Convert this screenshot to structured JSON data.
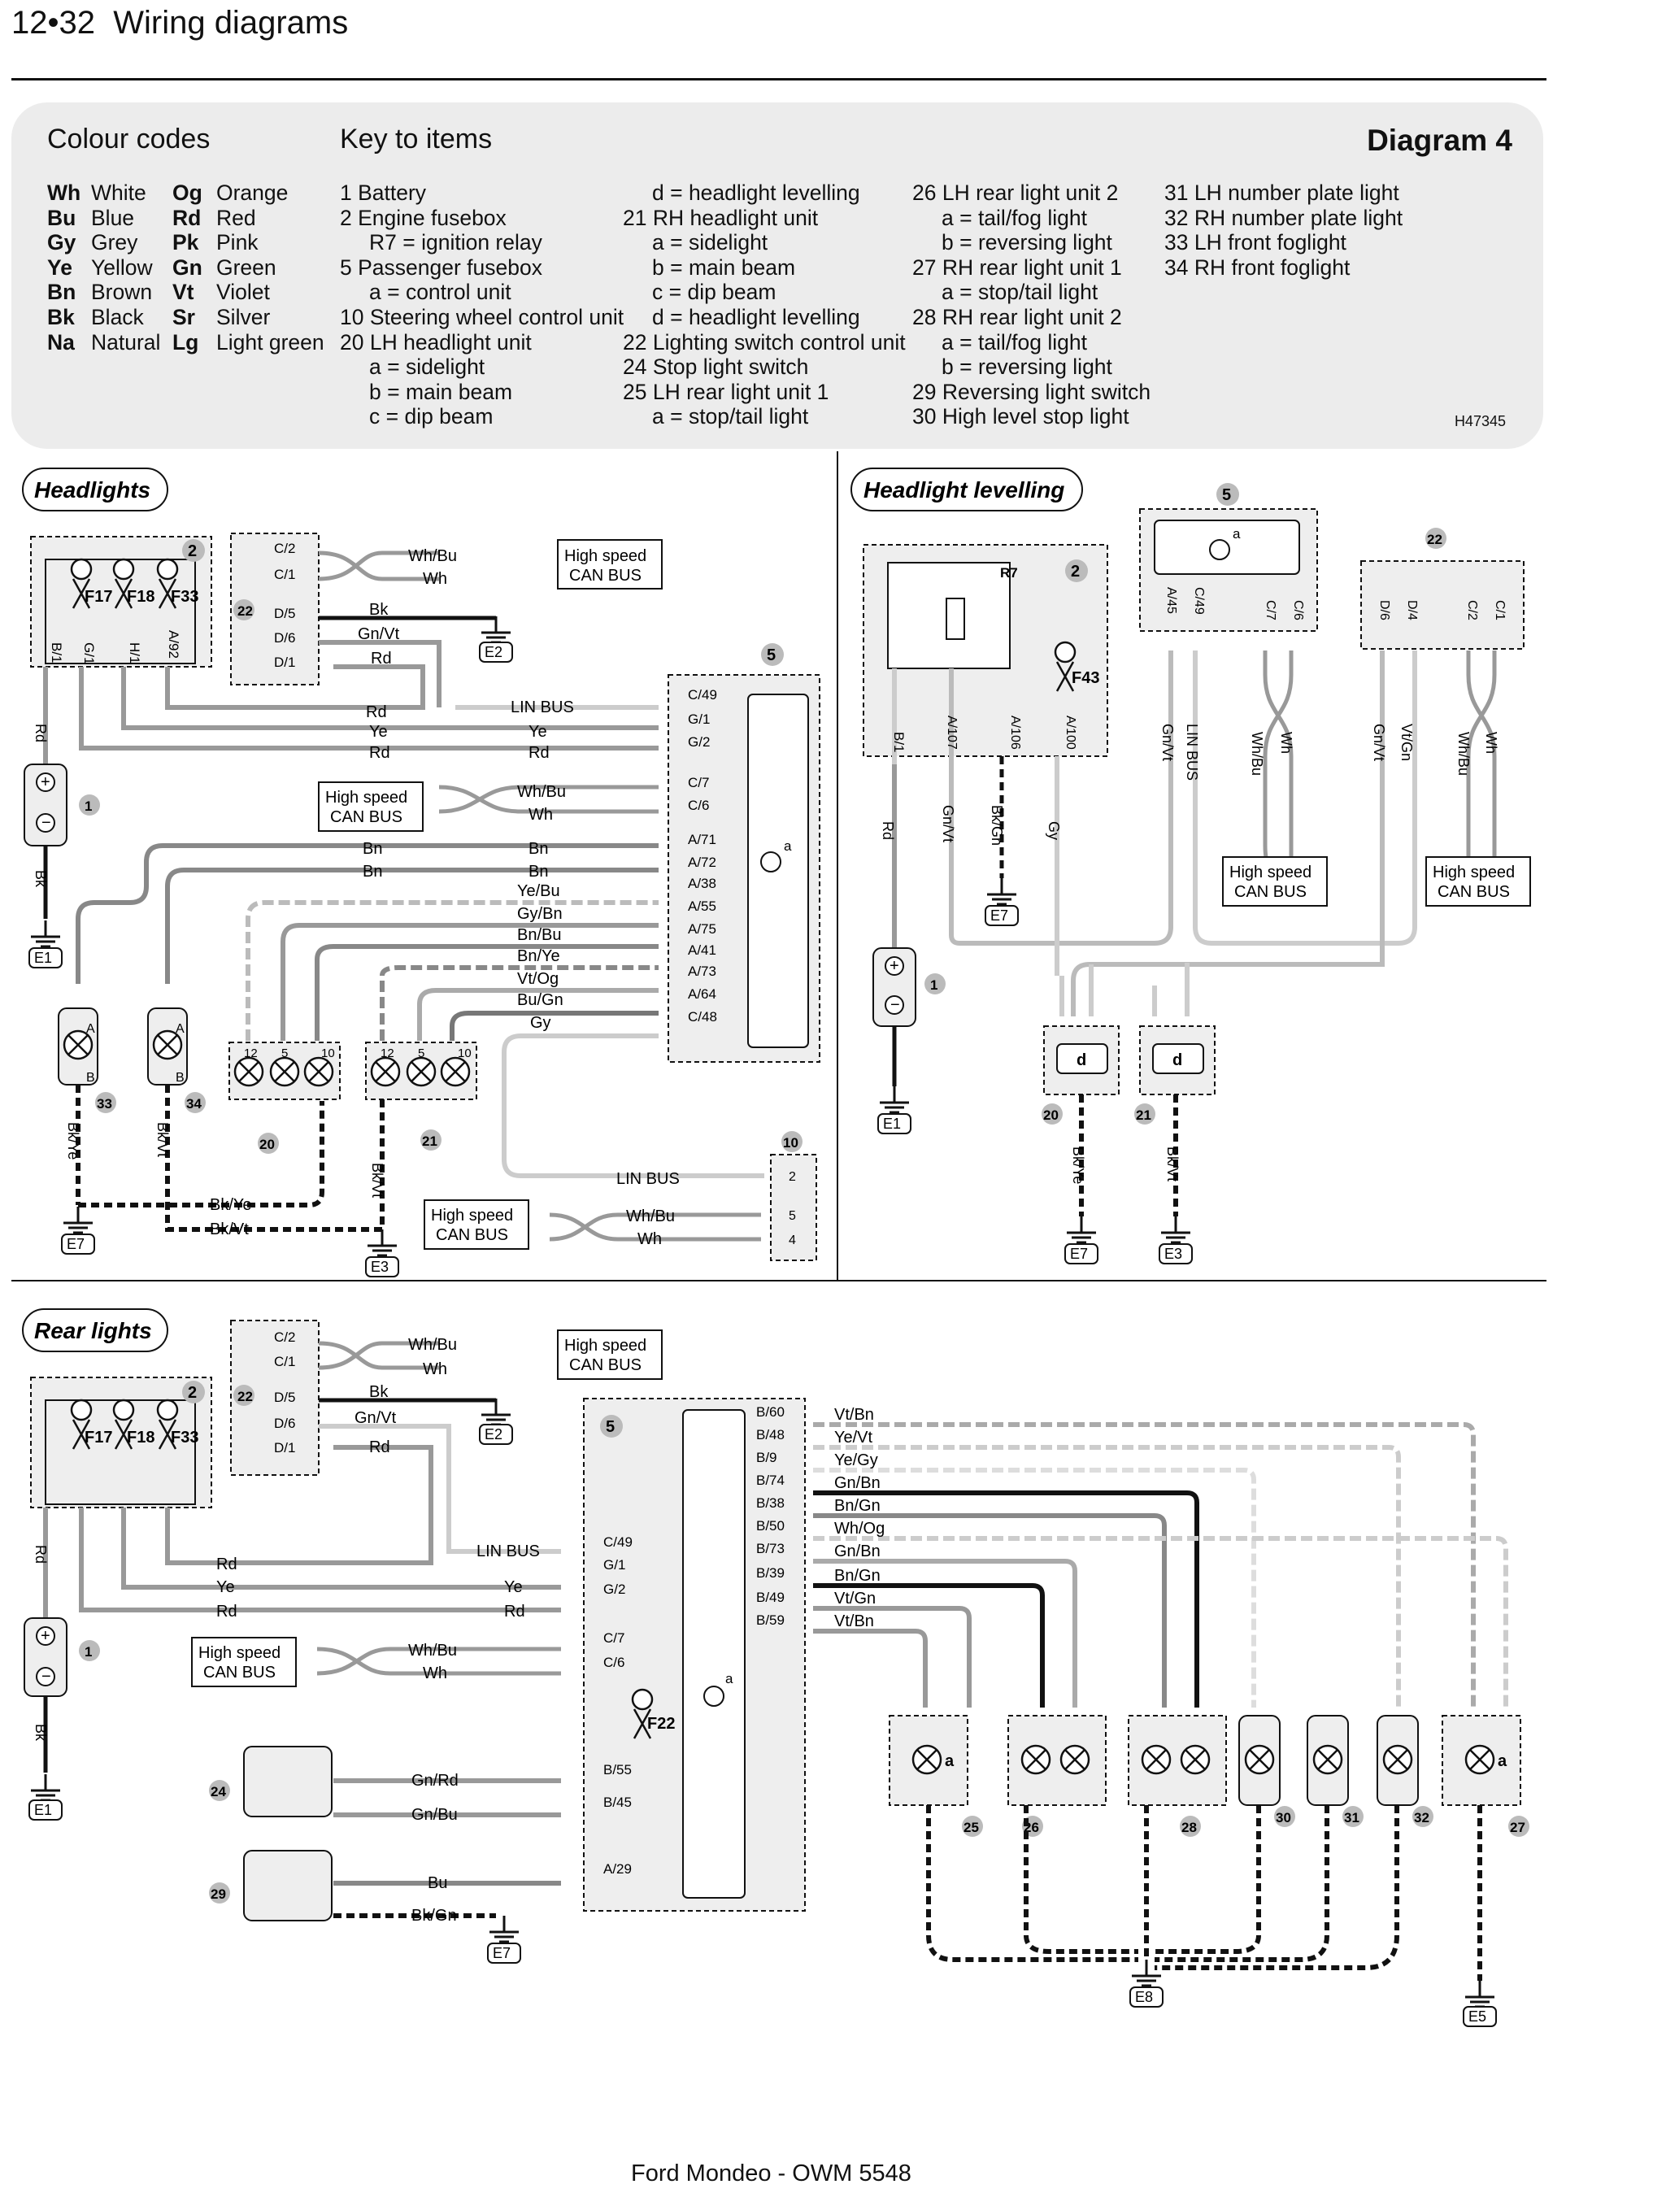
{
  "header": {
    "page": "12•32",
    "title": "Wiring diagrams"
  },
  "key": {
    "colour_title": "Colour codes",
    "items_title": "Key to items",
    "diagram": "Diagram 4",
    "ref": "H47345",
    "colours": [
      [
        "Wh",
        "White",
        "Og",
        "Orange"
      ],
      [
        "Bu",
        "Blue",
        "Rd",
        "Red"
      ],
      [
        "Gy",
        "Grey",
        "Pk",
        "Pink"
      ],
      [
        "Ye",
        "Yellow",
        "Gn",
        "Green"
      ],
      [
        "Bn",
        "Brown",
        "Vt",
        "Violet"
      ],
      [
        "Bk",
        "Black",
        "Sr",
        "Silver"
      ],
      [
        "Na",
        "Natural",
        "Lg",
        "Light green"
      ]
    ],
    "col1": [
      "1 Battery",
      "2 Engine fusebox",
      "R7 = ignition relay",
      "5 Passenger fusebox",
      "a = control unit",
      "10 Steering wheel control unit",
      "20 LH headlight unit",
      "a = sidelight",
      "b = main beam",
      "c = dip beam"
    ],
    "col2": [
      "d = headlight levelling",
      "21 RH headlight unit",
      "a = sidelight",
      "b = main beam",
      "c = dip beam",
      "d = headlight levelling",
      "22 Lighting switch control unit",
      "24 Stop light switch",
      "25 LH rear light unit 1",
      "a = stop/tail light"
    ],
    "col3": [
      "26 LH rear light unit 2",
      "a = tail/fog light",
      "b = reversing light",
      "27 RH rear light unit 1",
      "a = stop/tail light",
      "28 RH rear light unit 2",
      "a = tail/fog light",
      "b = reversing light",
      "29 Reversing light switch",
      "30 High level stop light"
    ],
    "col4": [
      "31 LH number plate light",
      "32 RH number plate light",
      "33 LH front foglight",
      "34 RH front foglight"
    ]
  },
  "sections": {
    "headlights": "Headlights",
    "levelling": "Headlight levelling",
    "rear": "Rear lights"
  },
  "footer": "Ford Mondeo - OWM 5548"
}
